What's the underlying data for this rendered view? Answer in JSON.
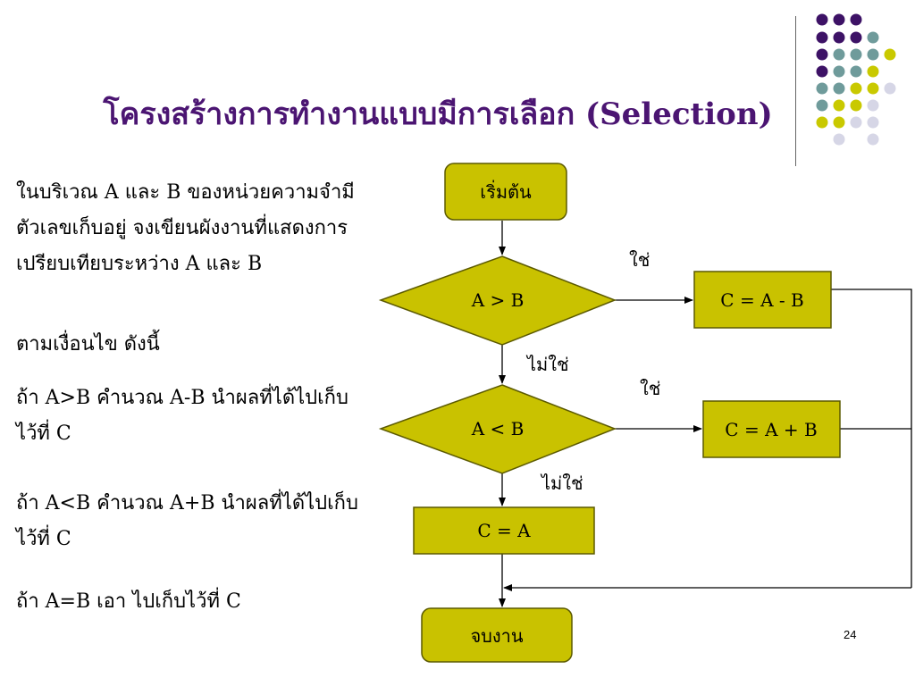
{
  "slide": {
    "title": "โครงสร้างการทำงานแบบมีการเลือก (Selection)",
    "page_number": "24"
  },
  "body": {
    "paragraphs": [
      "ในบริเวณ A และ B ของหน่วยความจำมี\nตัวเลขเก็บอยู่  จงเขียนผังงานที่แสดงการ\nเปรียบเทียบระหว่าง A และ B",
      "ตามเงื่อนไข ดังนี้",
      "ถ้า A>B คำนวณ A-B นำผลที่ได้ไปเก็บ\nไว้ที่ C",
      "ถ้า A<B คำนวณ A+B นำผลที่ได้ไปเก็บ\nไว้ที่ C",
      "ถ้า A=B เอา ไปเก็บไว้ที่ C"
    ]
  },
  "flowchart": {
    "start": "เริ่มต้น",
    "decision1": "A > B",
    "process1": "C = A - B",
    "decision2": "A < B",
    "process2": "C = A + B",
    "process3": "C = A",
    "end": "จบงาน",
    "yes_label_1": "ใช่",
    "no_label_1": "ไม่ใช่",
    "yes_label_2": "ใช่",
    "no_label_2": "ไม่ใช่"
  },
  "colors": {
    "node_fill": "#c9c200",
    "node_stroke": "#5c5a00",
    "title": "#4b1572",
    "dot_purple": "#3d1266",
    "dot_teal": "#6f9b9b",
    "dot_yellow": "#c9c900",
    "dot_lavender": "#d6d6e6"
  }
}
